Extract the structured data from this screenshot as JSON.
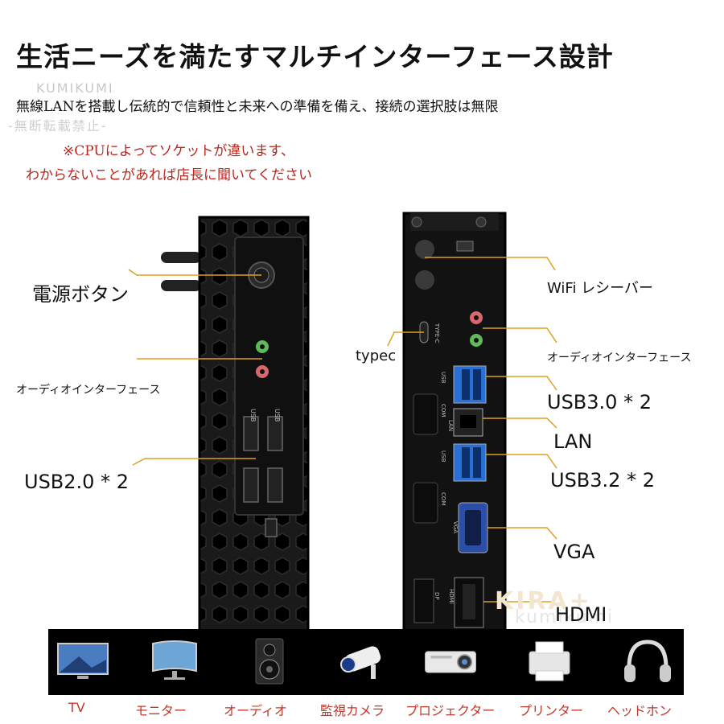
{
  "header": {
    "title": "生活ニーズを満たすマルチインターフェース設計",
    "subtitle": "無線LANを搭載し伝統的で信頼性と未来への準備を備え、接続の選択肢は無限",
    "note_line1": "※CPUによってソケットが違います、",
    "note_line2": "わからないことがあれば店長に聞いてください"
  },
  "watermarks": {
    "top_brand": "KUMIKUMI",
    "top_notice": "-無断転載禁止-",
    "bottom_brand": "KIRA+",
    "bottom_sub": "kumikumi"
  },
  "front_panel": {
    "power_label": "電源ボタン",
    "audio_label": "オーディオインターフェース",
    "usb_label": "USB2.0 * 2",
    "port_text_usb": "USB"
  },
  "rear_panel": {
    "wifi_label": "WiFi レシーバー",
    "typec_label": "typec",
    "audio_label": "オーディオインターフェース",
    "usb30_label": "USB3.0 * 2",
    "lan_label": "LAN",
    "usb32_label": "USB3.2 * 2",
    "vga_label": "VGA",
    "hdmi_label": "HDMI",
    "port_text_typec": "TYPE-C",
    "port_text_usb": "USB",
    "port_text_com": "COM",
    "port_text_lan": "LAN",
    "port_text_vga": "VGA",
    "port_text_dp": "DP",
    "port_text_hdmi": "HDMI"
  },
  "devices": [
    {
      "label": "TV",
      "icon": "tv-icon"
    },
    {
      "label": "モニター",
      "icon": "monitor-icon"
    },
    {
      "label": "オーディオ",
      "icon": "speaker-icon"
    },
    {
      "label": "監視カメラ",
      "icon": "camera-icon"
    },
    {
      "label": "プロジェクター",
      "icon": "projector-icon"
    },
    {
      "label": "プリンター",
      "icon": "printer-icon"
    },
    {
      "label": "ヘッドホン",
      "icon": "headphones-icon"
    }
  ],
  "colors": {
    "accent_line": "#e0a020",
    "note_red": "#b8261e",
    "caption_red": "#c0392b",
    "usb3_blue": "#2a6fd6",
    "device_body": "#111111"
  }
}
